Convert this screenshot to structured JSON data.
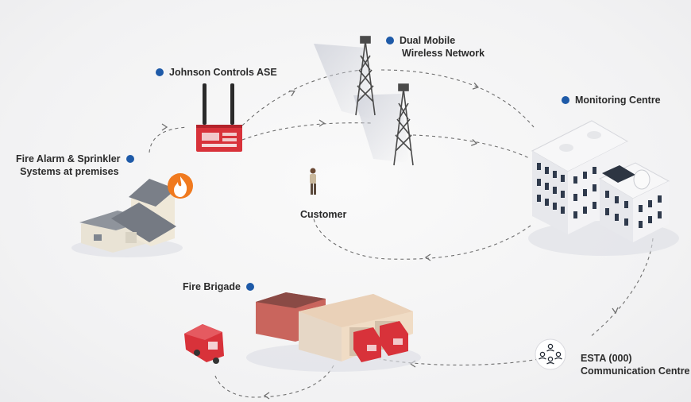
{
  "labels": {
    "ase": "Johnson Controls ASE",
    "network_line1": "Dual Mobile",
    "network_line2": "Wireless Network",
    "monitoring": "Monitoring Centre",
    "premises_line1": "Fire Alarm & Sprinkler",
    "premises_line2": "Systems at premises",
    "customer": "Customer",
    "brigade": "Fire Brigade",
    "esta_line1": "ESTA (000)",
    "esta_line2": "Communication Centre"
  },
  "colors": {
    "marker": "#1e5aa8",
    "device_red": "#d8323a",
    "fire_orange": "#f07a1f",
    "connector": "#6f6f6f"
  },
  "icons": {
    "fire": "fire-icon",
    "esta": "people-circle-icon"
  }
}
